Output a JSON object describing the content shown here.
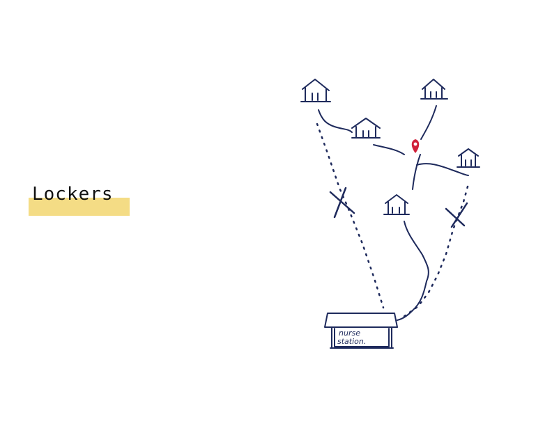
{
  "title": "Lockers",
  "colors": {
    "highlight": "#f4dc85",
    "ink": "#1e2a5c",
    "pin": "#d0213a"
  },
  "diagram": {
    "houses": [
      {
        "name": "house-1"
      },
      {
        "name": "house-2"
      },
      {
        "name": "house-3"
      },
      {
        "name": "house-4"
      },
      {
        "name": "house-5"
      }
    ],
    "crossed_out_houses": 2,
    "location_pin": "map-pin-icon",
    "station": {
      "label_line1": "nurse",
      "label_line2": "station."
    }
  }
}
